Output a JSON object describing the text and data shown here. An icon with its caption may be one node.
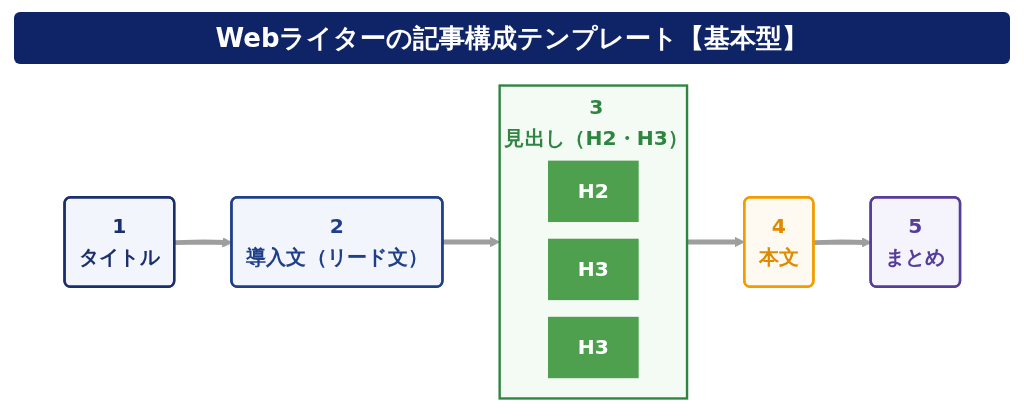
{
  "diagram": {
    "title": "Webライターの記事構成テンプレート【基本型】",
    "nodes": [
      {
        "text": [
          "1",
          "タイトル"
        ]
      },
      {
        "text": [
          "2",
          "導入文（リード文）"
        ]
      },
      {
        "text": [
          "3",
          "見出し（H2・H3）"
        ]
      },
      {
        "text": [
          "H2"
        ],
        "in": 2
      },
      {
        "text": [
          "H3"
        ],
        "in": 2
      },
      {
        "text": [
          "H3"
        ],
        "in": 2
      },
      {
        "text": [
          "4",
          "本文"
        ]
      },
      {
        "text": [
          "5",
          "まとめ"
        ]
      }
    ],
    "edges": [
      {
        "from": 0,
        "to": 1,
        "arrow": "to"
      },
      {
        "from": 1,
        "to": 2,
        "arrow": "to"
      },
      {
        "from": 2,
        "to": 6,
        "arrow": "to"
      },
      {
        "from": 6,
        "to": 7,
        "arrow": "to"
      }
    ]
  }
}
